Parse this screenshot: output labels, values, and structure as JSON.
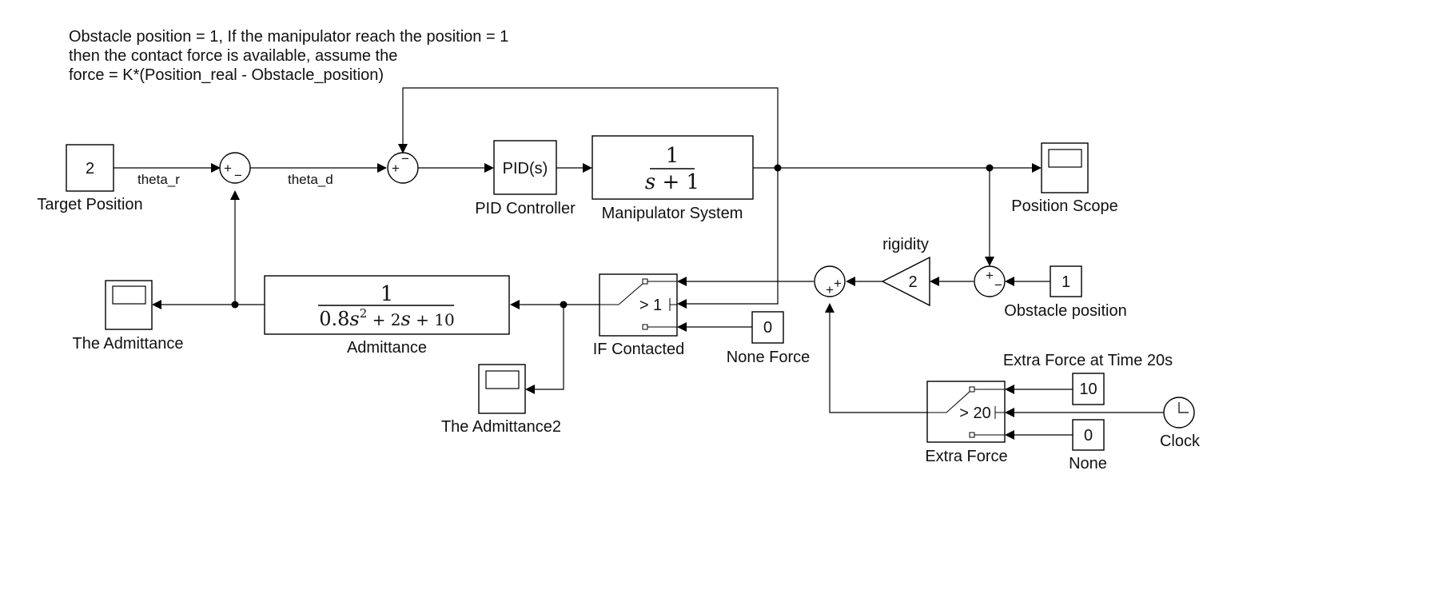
{
  "note": {
    "lines": [
      "Obstacle position = 1, If the manipulator reach the position = 1",
      "then the contact force is available, assume the",
      "force = K*(Position_real - Obstacle_position)"
    ]
  },
  "blocks": {
    "target_position": {
      "value": "2",
      "label": "Target Position"
    },
    "pid_controller": {
      "text": "PID(s)",
      "label": "PID Controller"
    },
    "manipulator": {
      "num": "1",
      "den_s": "s",
      "den_rest": " + 1",
      "label": "Manipulator System"
    },
    "position_scope": {
      "label": "Position Scope"
    },
    "obstacle_position": {
      "value": "1",
      "label": "Obstacle position"
    },
    "rigidity": {
      "value": "2",
      "label": "rigidity"
    },
    "if_contacted": {
      "threshold": "> 1",
      "label": "IF Contacted"
    },
    "none_force": {
      "value": "0",
      "label": "None Force"
    },
    "admittance": {
      "num": "1",
      "den_a": "0.8",
      "den_s1": "s",
      "den_exp": "2",
      "den_b": " + 2",
      "den_s2": "s",
      "den_c": " + 10",
      "label": "Admittance"
    },
    "admittance_scope": {
      "label": "The Admittance"
    },
    "admittance_scope2": {
      "label": "The Admittance2"
    },
    "extra_force_switch": {
      "threshold": "> 20",
      "label": "Extra Force"
    },
    "extra_force_const": {
      "value": "10",
      "label": "Extra Force at Time 20s"
    },
    "none_const": {
      "value": "0",
      "label": "None"
    },
    "clock": {
      "label": "Clock"
    }
  },
  "sums": {
    "sum1": {
      "signs": [
        "+",
        "−"
      ]
    },
    "sum2": {
      "signs": [
        "+",
        "−"
      ]
    },
    "sum3": {
      "signs": [
        "+",
        "−"
      ]
    },
    "sum4": {
      "signs": [
        "+",
        "+"
      ]
    }
  },
  "signals": {
    "theta_r": "theta_r",
    "theta_d": "theta_d"
  }
}
